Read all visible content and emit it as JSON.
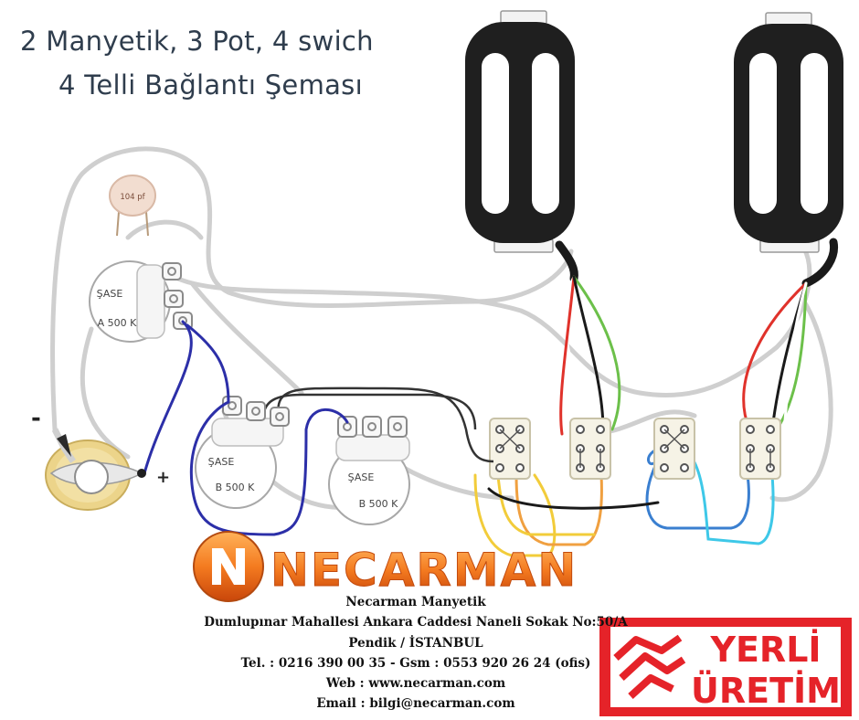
{
  "title": {
    "line1": "2 Manyetik,  3 Pot,  4 swich",
    "line2": "4 Telli Bağlantı Şeması"
  },
  "capacitor": {
    "label": "104 pf"
  },
  "pots": [
    {
      "line1": "ŞASE",
      "line2": "A 500 K"
    },
    {
      "line1": "ŞASE",
      "line2": "B 500 K"
    },
    {
      "line1": "ŞASE",
      "line2": "B 500 K"
    }
  ],
  "jack": {
    "minus": "-",
    "plus": "+"
  },
  "brand": {
    "logo_text": "NECARMAN",
    "logo_letter": "N"
  },
  "company": {
    "name": "Necarman Manyetik",
    "address1": "Dumlupınar Mahallesi Ankara Caddesi Naneli Sokak No:50/A",
    "address2": "Pendik / İSTANBUL",
    "phone": "Tel. : 0216 390 00 35 - Gsm : 0553 920 26 24 (ofis)",
    "web": "Web : www.necarman.com",
    "email": "Email : bilgi@necarman.com"
  },
  "badge": {
    "line1": "YERLİ",
    "line2": "ÜRETİM"
  },
  "colors": {
    "red": "#e0322b",
    "green": "#6cc04a",
    "blue_wire": "#2c2fa8",
    "yellow": "#f2cc3a",
    "orange": "#f0a040",
    "blue": "#3a7fd0",
    "cyan": "#3ec8e8",
    "logo_orange": "#ee6a1a",
    "badge_red": "#e52329"
  }
}
